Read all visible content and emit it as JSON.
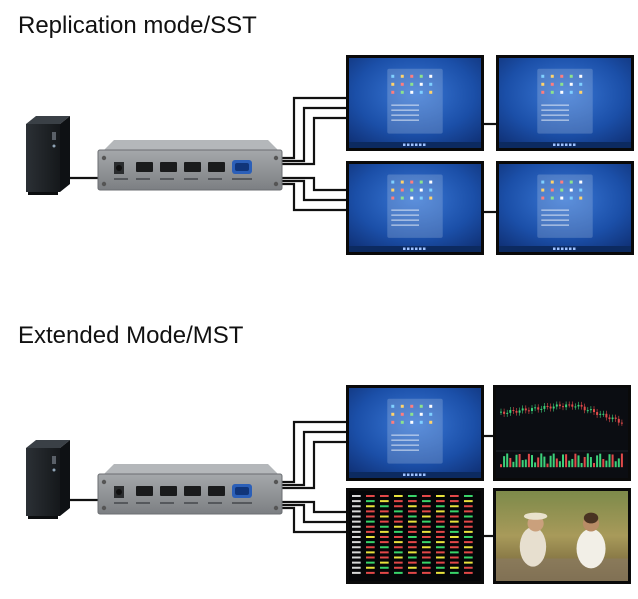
{
  "sections": [
    {
      "title": "Replication mode/SST",
      "monitors": [
        {
          "position": "top-left",
          "content": "windows-start-screen"
        },
        {
          "position": "top-right",
          "content": "windows-start-screen"
        },
        {
          "position": "bottom-left",
          "content": "windows-start-screen"
        },
        {
          "position": "bottom-right",
          "content": "windows-start-screen"
        }
      ]
    },
    {
      "title": "Extended Mode/MST",
      "monitors": [
        {
          "position": "top-left",
          "content": "windows-start-screen"
        },
        {
          "position": "top-right",
          "content": "stock-candlestick-chart"
        },
        {
          "position": "bottom-left",
          "content": "stock-ticker-table"
        },
        {
          "position": "bottom-right",
          "content": "movie-scene-photo"
        }
      ]
    }
  ],
  "hub_ports": [
    "dc-in-port",
    "dp-in-port",
    "dp-out-port",
    "dp-out-port",
    "hdmi-out-port",
    "vga-out-port"
  ],
  "colors": {
    "background": "#ffffff",
    "hub_body": "#8e9194",
    "hub_front": "#7d8084",
    "cable": "#111111",
    "monitor_frame": "#0a0a0a",
    "windows_wallpaper": "#1b4fa8",
    "pc_tower": "#1e2226"
  }
}
